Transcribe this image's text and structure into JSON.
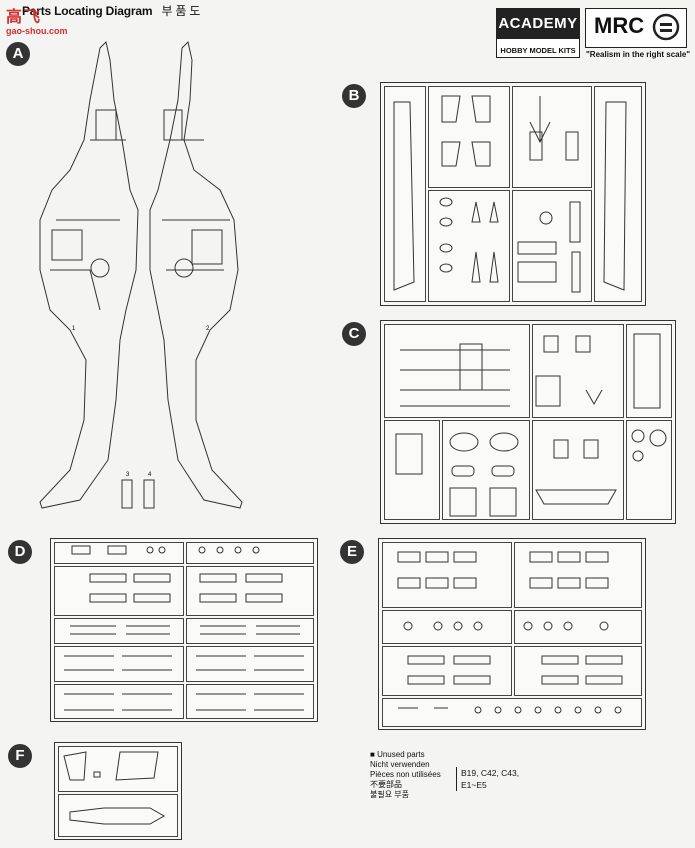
{
  "header": {
    "title": "Parts Locating Diagram",
    "title_ko": "부 품 도",
    "watermark": {
      "site_cn": "高飞",
      "site_url": "gao-shou.com"
    },
    "brand_academy": "ACADEMY",
    "brand_academy_sub": "HOBBY MODEL KITS",
    "brand_mrc": "MRC",
    "slogan": "\"Realism in the right scale\""
  },
  "sections": {
    "A": "A",
    "B": "B",
    "C": "C",
    "D": "D",
    "E": "E",
    "F": "F"
  },
  "parts_A": {
    "left_half": "1",
    "right_half": "2",
    "p3": "3",
    "p4": "4"
  },
  "unused": {
    "en": "Unused parts",
    "de": "Nicht verwenden",
    "fr": "Pièces non utilisées",
    "cn": "不要部品",
    "ko": "불필요 부품",
    "list_line1": "B19, C42, C43,",
    "list_line2": "E1~E5"
  }
}
